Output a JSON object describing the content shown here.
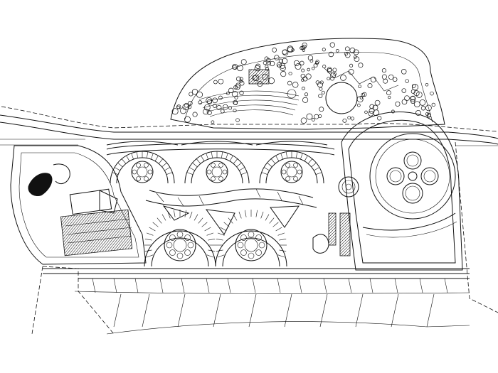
{
  "drawing": {
    "type": "site-plan",
    "background_color": "#ffffff",
    "line_color": "#111111",
    "labels": []
  },
  "elements": {
    "upper_garden_trees": 190,
    "upper_arches": 3,
    "lower_arches": 2,
    "right_rotunda_circles": 5
  }
}
